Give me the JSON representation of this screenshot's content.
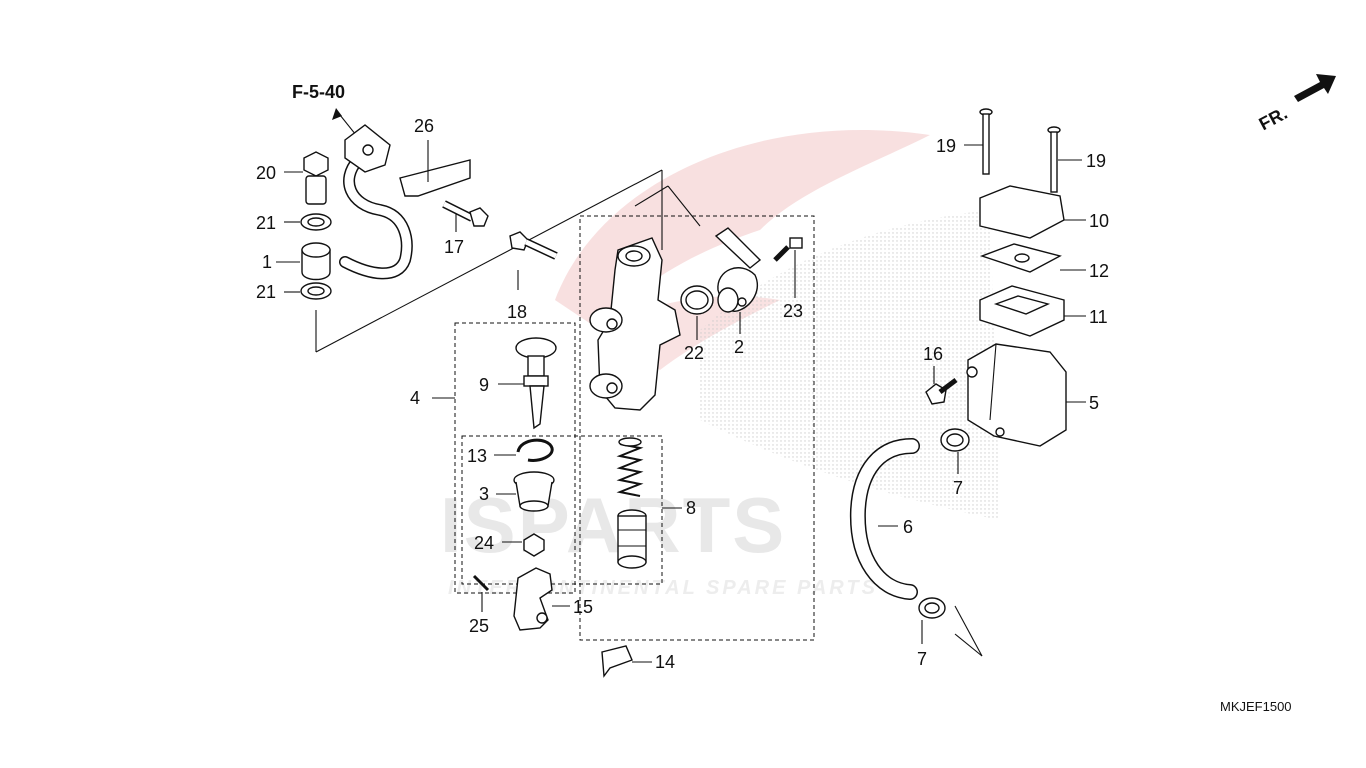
{
  "diagram": {
    "reference": "F-5-40",
    "direction_label": "FR.",
    "drawing_code": "MKJEF1500",
    "watermark": {
      "brand": "ISPARTS",
      "tagline": "INTERCONTINENTAL SPARE PARTS"
    },
    "callouts": [
      {
        "id": "c1",
        "label": "1"
      },
      {
        "id": "c2",
        "label": "2"
      },
      {
        "id": "c3",
        "label": "3"
      },
      {
        "id": "c4",
        "label": "4"
      },
      {
        "id": "c5",
        "label": "5"
      },
      {
        "id": "c6",
        "label": "6"
      },
      {
        "id": "c7a",
        "label": "7"
      },
      {
        "id": "c7b",
        "label": "7"
      },
      {
        "id": "c8",
        "label": "8"
      },
      {
        "id": "c9",
        "label": "9"
      },
      {
        "id": "c10",
        "label": "10"
      },
      {
        "id": "c11",
        "label": "11"
      },
      {
        "id": "c12",
        "label": "12"
      },
      {
        "id": "c13",
        "label": "13"
      },
      {
        "id": "c14",
        "label": "14"
      },
      {
        "id": "c15",
        "label": "15"
      },
      {
        "id": "c16",
        "label": "16"
      },
      {
        "id": "c17",
        "label": "17"
      },
      {
        "id": "c18",
        "label": "18"
      },
      {
        "id": "c19a",
        "label": "19"
      },
      {
        "id": "c19b",
        "label": "19"
      },
      {
        "id": "c20",
        "label": "20"
      },
      {
        "id": "c21a",
        "label": "21"
      },
      {
        "id": "c21b",
        "label": "21"
      },
      {
        "id": "c22",
        "label": "22"
      },
      {
        "id": "c23",
        "label": "23"
      },
      {
        "id": "c24",
        "label": "24"
      },
      {
        "id": "c25",
        "label": "25"
      },
      {
        "id": "c26",
        "label": "26"
      }
    ]
  }
}
